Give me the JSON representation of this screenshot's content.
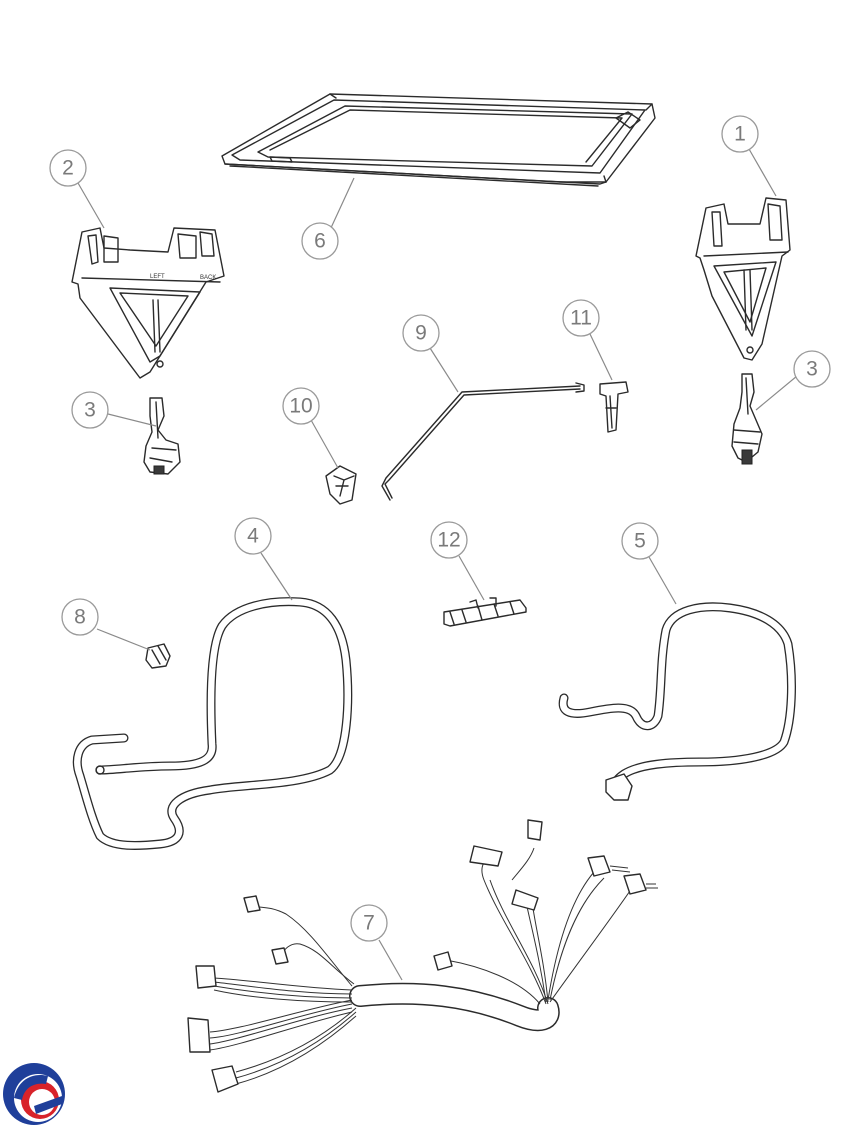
{
  "callouts": [
    {
      "id": "callout-1",
      "label": "1"
    },
    {
      "id": "callout-2",
      "label": "2"
    },
    {
      "id": "callout-3a",
      "label": "3"
    },
    {
      "id": "callout-3b",
      "label": "3"
    },
    {
      "id": "callout-4",
      "label": "4"
    },
    {
      "id": "callout-5",
      "label": "5"
    },
    {
      "id": "callout-6",
      "label": "6"
    },
    {
      "id": "callout-7",
      "label": "7"
    },
    {
      "id": "callout-8",
      "label": "8"
    },
    {
      "id": "callout-9",
      "label": "9"
    },
    {
      "id": "callout-10",
      "label": "10"
    },
    {
      "id": "callout-11",
      "label": "11"
    },
    {
      "id": "callout-12",
      "label": "12"
    }
  ],
  "parts": {
    "left_bracket_mark": "LEFT",
    "left_bracket_mark2": "BACK"
  },
  "logo": {
    "name": "brand-logo",
    "colors": [
      "#1f3f9a",
      "#d8232a"
    ]
  }
}
